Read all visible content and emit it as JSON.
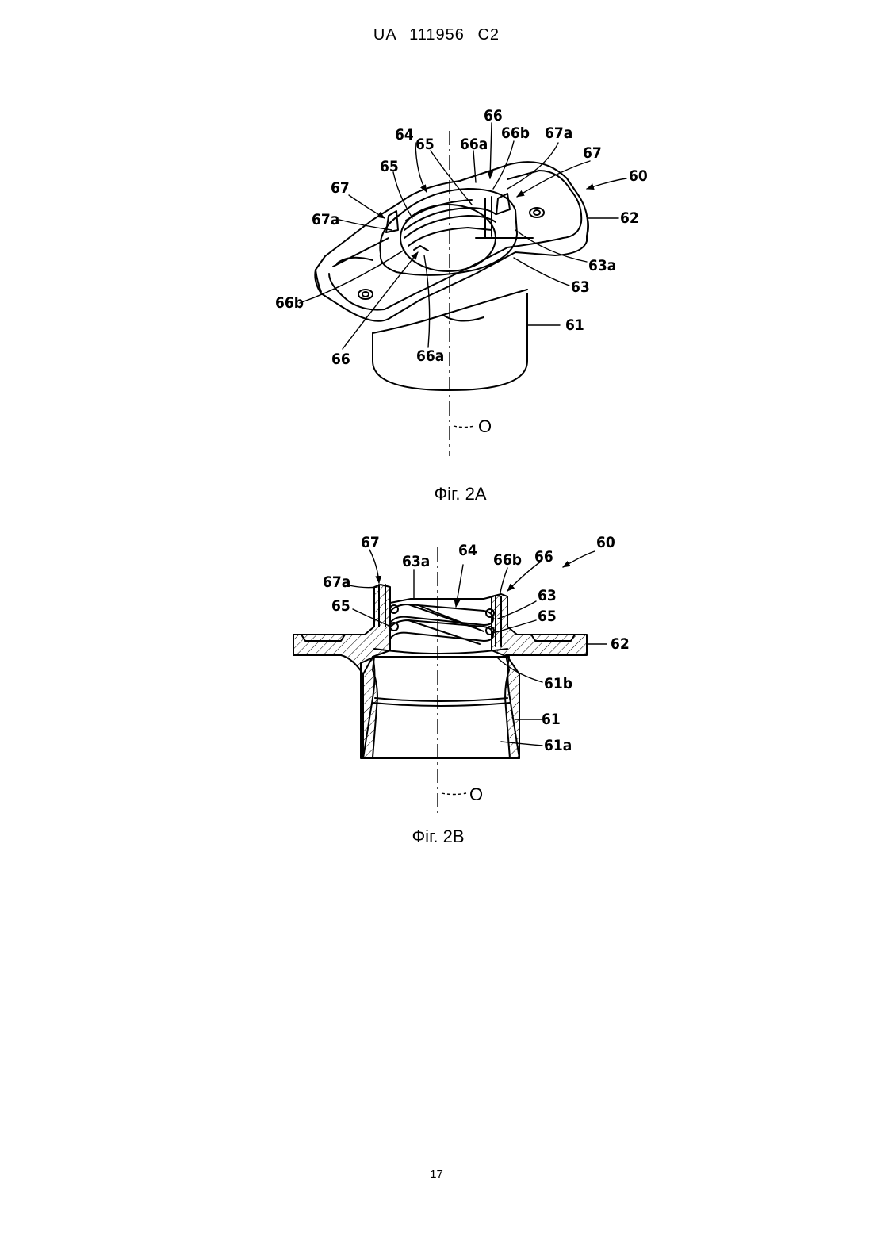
{
  "header": {
    "doc_id": "UA   111956   C2"
  },
  "figures": {
    "fig2a": {
      "caption": "Фіг. 2А",
      "axis_label": "O",
      "labels": {
        "l60": "60",
        "l61": "61",
        "l62": "62",
        "l63": "63",
        "l63a": "63a",
        "l64": "64",
        "l65_top": "65",
        "l65_left": "65",
        "l66_top": "66",
        "l66_bottom": "66",
        "l66a_top": "66a",
        "l66a_bottom": "66a",
        "l66b_top": "66b",
        "l66b_left": "66b",
        "l67_right": "67",
        "l67_left": "67",
        "l67a_top": "67a",
        "l67a_left": "67a"
      }
    },
    "fig2b": {
      "caption": "Фіг. 2В",
      "axis_label": "O",
      "labels": {
        "l60": "60",
        "l61": "61",
        "l61a": "61a",
        "l61b": "61b",
        "l62": "62",
        "l63": "63",
        "l63a": "63a",
        "l64": "64",
        "l65_left": "65",
        "l65_right": "65",
        "l66": "66",
        "l66b": "66b",
        "l67": "67",
        "l67a": "67a"
      }
    }
  },
  "footer": {
    "page_number": "17"
  }
}
